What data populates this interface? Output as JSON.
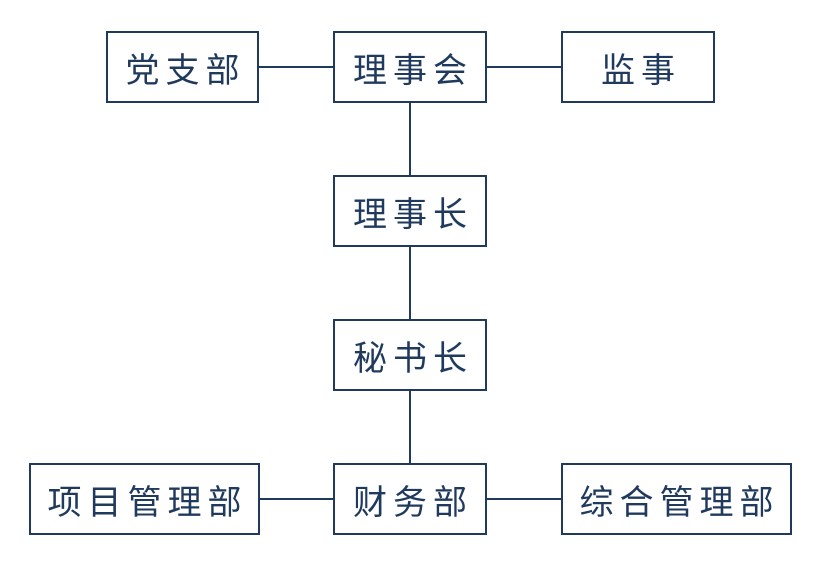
{
  "diagram": {
    "nodes": {
      "party_branch": "党支部",
      "board": "理事会",
      "supervisor": "监事",
      "chairman": "理事长",
      "secretary_general": "秘书长",
      "finance_dept": "财务部",
      "project_mgmt_dept": "项目管理部",
      "general_mgmt_dept": "综合管理部"
    },
    "edges": [
      [
        "party_branch",
        "board"
      ],
      [
        "board",
        "supervisor"
      ],
      [
        "board",
        "chairman"
      ],
      [
        "chairman",
        "secretary_general"
      ],
      [
        "secretary_general",
        "finance_dept"
      ],
      [
        "project_mgmt_dept",
        "finance_dept"
      ],
      [
        "finance_dept",
        "general_mgmt_dept"
      ]
    ],
    "colors": {
      "stroke": "#1f3a5c",
      "text": "#1f3a5c",
      "background": "#ffffff"
    }
  }
}
